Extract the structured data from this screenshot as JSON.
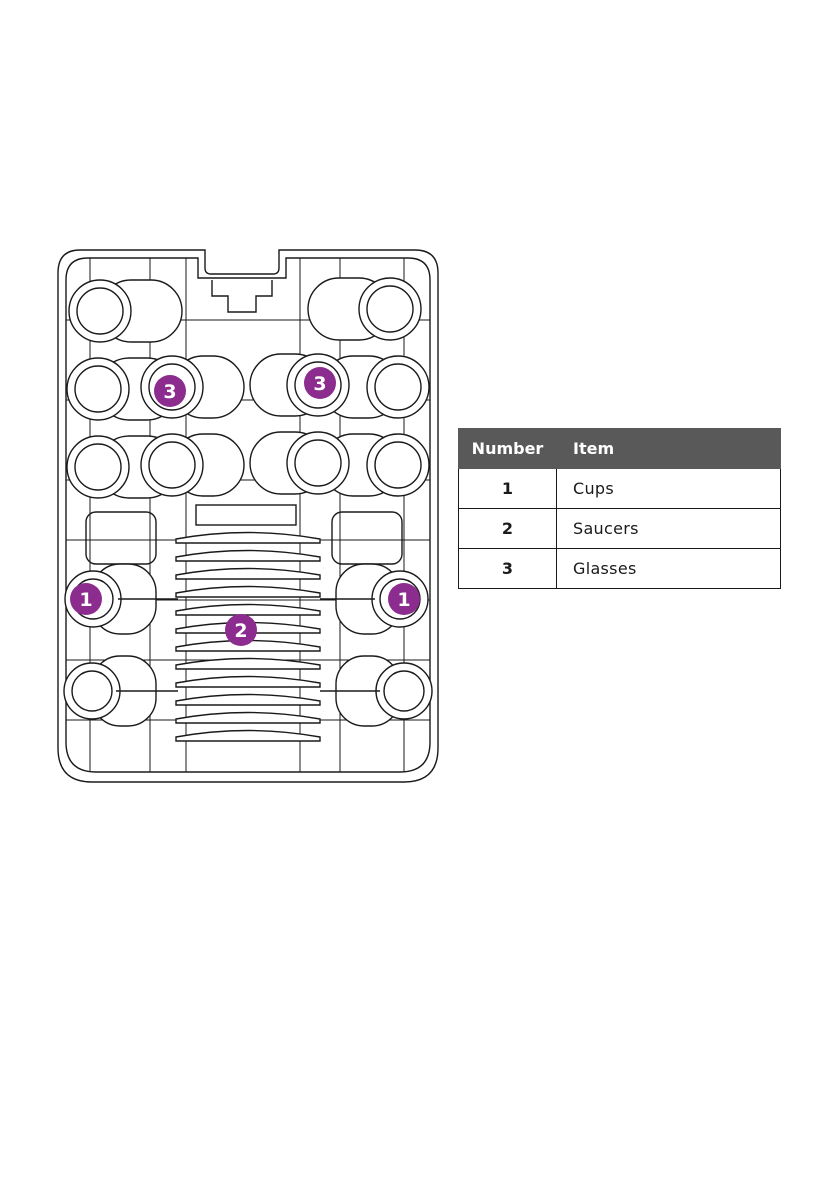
{
  "diagram": {
    "callouts": [
      {
        "label": "1",
        "item": "cups"
      },
      {
        "label": "1",
        "item": "cups"
      },
      {
        "label": "2",
        "item": "saucers"
      },
      {
        "label": "3",
        "item": "glasses"
      },
      {
        "label": "3",
        "item": "glasses"
      }
    ],
    "callout_color": "#8B2C8E",
    "line_color": "#1a1a1a"
  },
  "legend": {
    "headers": {
      "number": "Number",
      "item": "Item"
    },
    "header_color": "#595959",
    "rows": [
      {
        "number": "1",
        "item": "Cups"
      },
      {
        "number": "2",
        "item": "Saucers"
      },
      {
        "number": "3",
        "item": "Glasses"
      }
    ]
  }
}
